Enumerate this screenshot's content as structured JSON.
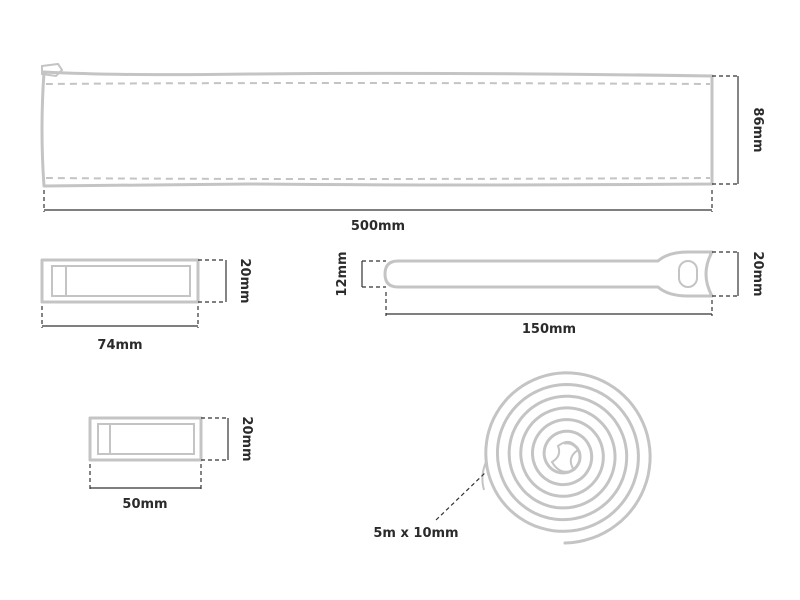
{
  "colors": {
    "outline": "#c4c4c4",
    "dimension_line": "#333333",
    "text": "#2b2b2b"
  },
  "labels": {
    "sleeve_length": "500mm",
    "sleeve_height": "86mm",
    "buckle_large_width": "74mm",
    "buckle_large_height": "20mm",
    "tie_length": "150mm",
    "tie_tail_width": "12mm",
    "tie_head_width": "20mm",
    "buckle_small_width": "50mm",
    "buckle_small_height": "20mm",
    "roll_size": "5m x 10mm"
  }
}
